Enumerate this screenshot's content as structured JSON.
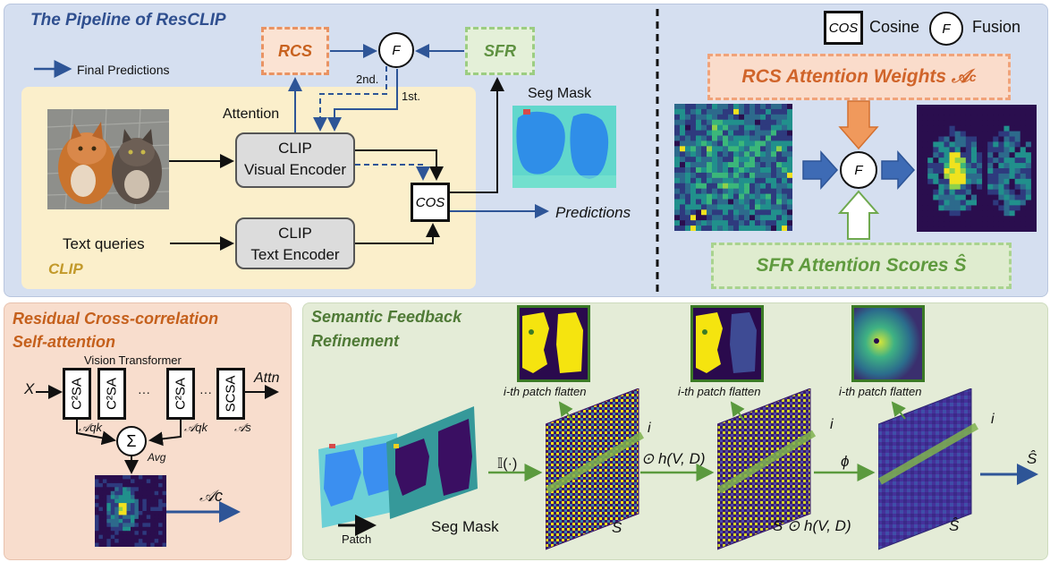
{
  "top_left": {
    "title": "The Pipeline of ResCLIP",
    "legend_label": "Final Predictions",
    "rcs": "RCS",
    "fusion": "F",
    "sfr": "SFR",
    "attention": "Attention",
    "second": "2nd.",
    "first": "1st.",
    "seg_mask": "Seg Mask",
    "visual_encoder": [
      "CLIP",
      "Visual Encoder"
    ],
    "text_encoder": [
      "CLIP",
      "Text Encoder"
    ],
    "cos": "COS",
    "predictions": "Predictions",
    "text_queries": "Text queries",
    "clip": "CLIP"
  },
  "top_right": {
    "cos_symbol": "COS",
    "cos_label": "Cosine",
    "fusion_symbol": "F",
    "fusion_label": "Fusion",
    "rcs_weights": "RCS Attention Weights 𝒜",
    "rcs_sub": "c",
    "fusion_center": "F",
    "sfr_scores": "SFR Attention Scores Ŝ"
  },
  "bottom_left": {
    "title_line1": "Residual Cross-correlation",
    "title_line2": "Self-attention",
    "vit_label": "Vision Transformer",
    "x": "X",
    "blocks": [
      "C²SA",
      "C²SA",
      "C²SA",
      "SCSA"
    ],
    "dots1": "···",
    "dots2": "···",
    "attn": "Attn",
    "sum": "Σ",
    "avg": "Avg",
    "a_qk_1": "𝒜qk",
    "a_qk_2": "𝒜qk",
    "a_s": "𝒜s",
    "a_c": "𝒜c"
  },
  "bottom_right": {
    "title_line1": "Semantic Feedback",
    "title_line2": "Refinement",
    "patch_flatten_1": "i-th patch flatten",
    "patch_flatten_2": "i-th patch flatten",
    "patch_flatten_3": "i-th patch flatten",
    "indicator": "𝕀(·)",
    "hadamard": "⊙ h(V, D)",
    "phi": "ϕ",
    "s_hat_out": "Ŝ",
    "patch": "Patch",
    "seg_mask": "Seg Mask",
    "s_label": "S",
    "s_h_label": "S ⊙ h(V, D)",
    "s_hat_label": "Ŝ",
    "i1": "i",
    "i2": "i",
    "i3": "i"
  },
  "colors": {
    "top_bg": "#d5dff0",
    "clip_bg": "#fbefcb",
    "rcs_bg": "#f8ddcd",
    "sfr_bg": "#e4ecd7",
    "blue_arrow": "#2e5597",
    "orange": "#e07a3c",
    "green": "#6fa94f"
  }
}
